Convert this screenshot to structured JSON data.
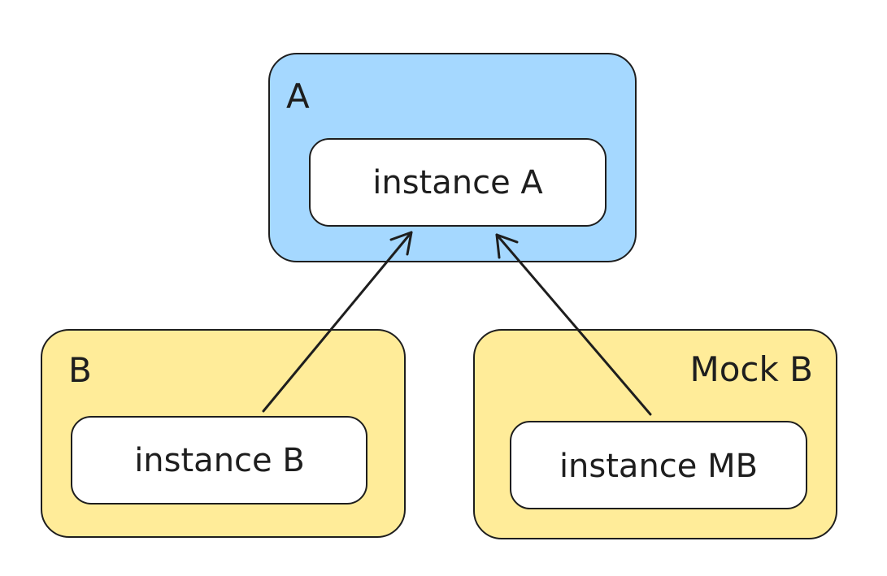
{
  "colors": {
    "container_a_fill": "#a5d8ff",
    "container_b_fill": "#ffec99",
    "instance_fill": "#ffffff",
    "stroke": "#1e1e1e"
  },
  "containers": {
    "a": {
      "label": "A",
      "instance_label": "instance A"
    },
    "b": {
      "label": "B",
      "instance_label": "instance B"
    },
    "mock_b": {
      "label": "Mock B",
      "instance_label": "instance MB"
    }
  },
  "edges": [
    {
      "from": "instance B",
      "to": "instance A"
    },
    {
      "from": "instance MB",
      "to": "instance A"
    }
  ]
}
